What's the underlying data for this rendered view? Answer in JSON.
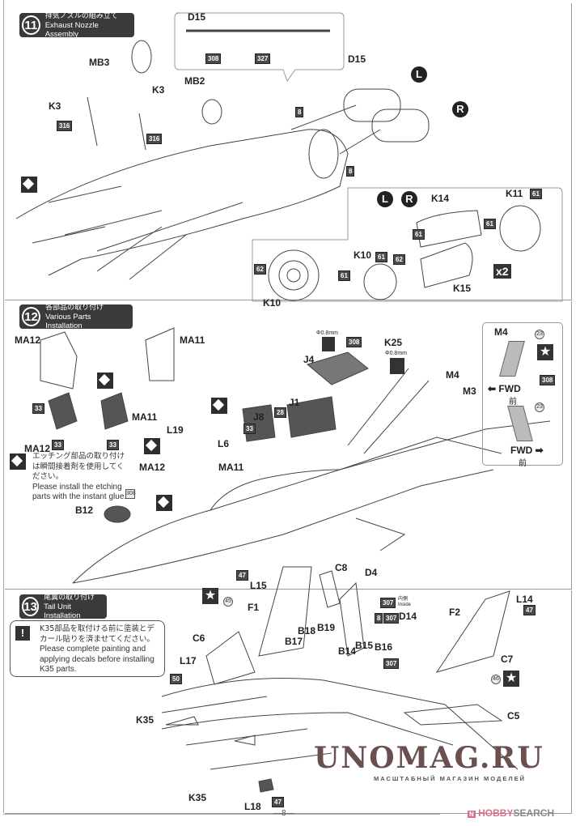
{
  "page_number": "8",
  "steps": [
    {
      "number": "11",
      "title_jp": "排気ノズルの組み立て",
      "title_en": "Exhaust Nozzle Assembly",
      "parts": [
        "D15",
        "MB3",
        "K3",
        "MB2",
        "K3",
        "D15",
        "K14",
        "K11",
        "K10",
        "K10",
        "K15"
      ],
      "side_markers": [
        "L",
        "R"
      ],
      "multiplier": "x2",
      "paint_codes": [
        "308",
        "327",
        "316",
        "316",
        "8",
        "8",
        "61",
        "61",
        "61",
        "61",
        "61",
        "62",
        "62"
      ]
    },
    {
      "number": "12",
      "title_jp": "各部品の取り付け",
      "title_en": "Various Parts Installation",
      "parts": [
        "MA12",
        "MA11",
        "MA11",
        "MA12",
        "L19",
        "L6",
        "MA12",
        "MA11",
        "J8",
        "J1",
        "J4",
        "K25",
        "M4",
        "M3",
        "B12",
        "M4"
      ],
      "drill": "Φ0.8mm",
      "note_jp": "エッチング部品の取り付けは瞬間接着剤を使用してください。",
      "note_en": "Please install the etching parts with the instant glue.",
      "fwd_label": "FWD",
      "fwd_jp": "前",
      "paint_codes": [
        "33",
        "33",
        "33",
        "33",
        "28",
        "308",
        "308",
        "23",
        "23"
      ]
    },
    {
      "number": "13",
      "title_jp": "尾翼の取り付け",
      "title_en": "Tail Unit Installation",
      "parts": [
        "L15",
        "C8",
        "D4",
        "F1",
        "D14",
        "C6",
        "B18",
        "B19",
        "B17",
        "B14",
        "B15",
        "B16",
        "L17",
        "F2",
        "L14",
        "C7",
        "C5",
        "K35",
        "K35",
        "L18"
      ],
      "note_jp": "K35部品を取付ける前に塗装とデカール貼りを済ませてください。",
      "note_en": "Please complete painting and applying decals before installing K35 parts.",
      "inside_jp": "内側",
      "inside_en": "Inside",
      "paint_codes": [
        "47",
        "45",
        "307",
        "8",
        "307",
        "307",
        "50",
        "47",
        "46",
        "47"
      ]
    }
  ],
  "watermark": {
    "main": "UNOMAG.RU",
    "sub": "МАСШТАБНЫЙ МАГАЗИН МОДЕЛЕЙ",
    "hobby": "HOBBY",
    "search": "SEARCH"
  },
  "colors": {
    "dark": "#3a3a3a",
    "watermark": "#6b4f4f",
    "hobby": "#d9708a"
  }
}
